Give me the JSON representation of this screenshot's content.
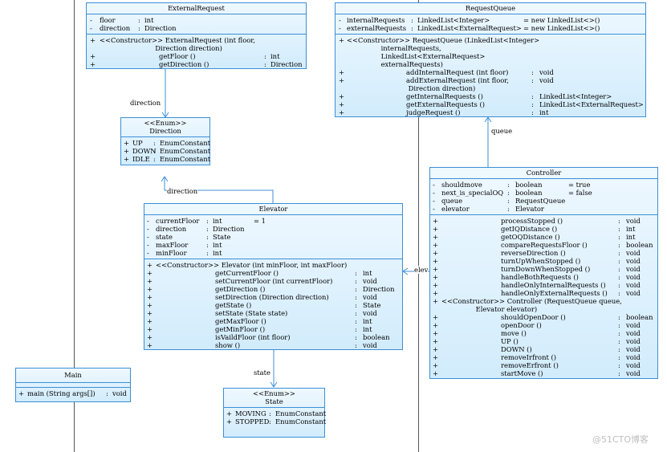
{
  "external_request": {
    "name": "ExternalRequest",
    "attributes": [
      {
        "vis": "-",
        "name": "floor",
        "sep": ":",
        "type": "int"
      },
      {
        "vis": "-",
        "name": "direction",
        "sep": ":",
        "type": "Direction"
      }
    ],
    "operations": [
      {
        "vis": "+",
        "sig": "<<Constructor>> ExternalRequest (int floor,\n                          Direction direction)",
        "sep": "",
        "ret": ""
      },
      {
        "vis": "+",
        "sig": "getFloor ()",
        "sep": ":",
        "ret": "int"
      },
      {
        "vis": "+",
        "sig": "getDirection ()",
        "sep": ":",
        "ret": "Direction"
      }
    ]
  },
  "request_queue": {
    "name": "RequestQueue",
    "attributes": [
      {
        "vis": "-",
        "name": "internalRequests",
        "sep": ":",
        "type": "LinkedList<Integer>",
        "init": "= new LinkedList<>()"
      },
      {
        "vis": "-",
        "name": "externalRequests",
        "sep": ":",
        "type": "LinkedList<ExternalRequest>",
        "init": "= new LinkedList<>()"
      }
    ],
    "operations": [
      {
        "vis": "+",
        "sig": "<<Constructor>> RequestQueue (LinkedList<Integer>\n                internalRequests,\n                LinkedList<ExternalRequest>\n                externalRequests)",
        "sep": "",
        "ret": ""
      },
      {
        "vis": "+",
        "sig": "addInternalRequest (int floor)",
        "sep": ":",
        "ret": "void"
      },
      {
        "vis": "+",
        "sig": "addExternalRequest (int floor,\n Direction direction)",
        "sep": ":",
        "ret": "void"
      },
      {
        "vis": "+",
        "sig": "getInternalRequests ()",
        "sep": ":",
        "ret": "LinkedList<Integer>"
      },
      {
        "vis": "+",
        "sig": "getExternalRequests ()",
        "sep": ":",
        "ret": "LinkedList<ExternalRequest>"
      },
      {
        "vis": "+",
        "sig": "judgeRequest ()",
        "sep": ":",
        "ret": "int"
      }
    ]
  },
  "direction_enum": {
    "stereotype": "<<Enum>>",
    "name": "Direction",
    "literals": [
      {
        "vis": "+",
        "name": "UP",
        "sep": ":",
        "type": "EnumConstant"
      },
      {
        "vis": "+",
        "name": "DOWN",
        "sep": ":",
        "type": "EnumConstant"
      },
      {
        "vis": "+",
        "name": "IDLE",
        "sep": ":",
        "type": "EnumConstant"
      }
    ]
  },
  "controller": {
    "name": "Controller",
    "attributes": [
      {
        "vis": "-",
        "name": "shouldmove",
        "sep": ":",
        "type": "boolean",
        "init": "= true"
      },
      {
        "vis": "-",
        "name": "next_is_specialOQ",
        "sep": ":",
        "type": "boolean",
        "init": "= false"
      },
      {
        "vis": "-",
        "name": "queue",
        "sep": ":",
        "type": "RequestQueue",
        "init": ""
      },
      {
        "vis": "-",
        "name": "elevator",
        "sep": ":",
        "type": "Elevator",
        "init": ""
      }
    ],
    "operations": [
      {
        "vis": "+",
        "sig": "processStopped ()",
        "sep": ":",
        "ret": "void"
      },
      {
        "vis": "+",
        "sig": "getIQDistance ()",
        "sep": ":",
        "ret": "int"
      },
      {
        "vis": "+",
        "sig": "getOQDistance ()",
        "sep": ":",
        "ret": "int"
      },
      {
        "vis": "+",
        "sig": "compareRequestsFloor ()",
        "sep": ":",
        "ret": "boolean"
      },
      {
        "vis": "+",
        "sig": "reverseDirection ()",
        "sep": ":",
        "ret": "void"
      },
      {
        "vis": "+",
        "sig": "turnUpWhenStopped ()",
        "sep": ":",
        "ret": "void"
      },
      {
        "vis": "+",
        "sig": "turnDownWhenStopped ()",
        "sep": ":",
        "ret": "void"
      },
      {
        "vis": "+",
        "sig": "handleBothRequests ()",
        "sep": ":",
        "ret": "void"
      },
      {
        "vis": "+",
        "sig": "handleOnlyInternalRequests ()",
        "sep": ":",
        "ret": "void"
      },
      {
        "vis": "+",
        "sig": "handleOnlyExternalRequests ()",
        "sep": ":",
        "ret": "void"
      },
      {
        "vis": "+",
        "sig": "<<Constructor>> Controller (RequestQueue queue,\n                Elevator elevator)",
        "sep": "",
        "ret": ""
      },
      {
        "vis": "+",
        "sig": "shouldOpenDoor ()",
        "sep": ":",
        "ret": "boolean"
      },
      {
        "vis": "+",
        "sig": "openDoor ()",
        "sep": ":",
        "ret": "void"
      },
      {
        "vis": "+",
        "sig": "move ()",
        "sep": ":",
        "ret": "void"
      },
      {
        "vis": "+",
        "sig": "UP ()",
        "sep": ":",
        "ret": "void"
      },
      {
        "vis": "+",
        "sig": "DOWN ()",
        "sep": ":",
        "ret": "void"
      },
      {
        "vis": "+",
        "sig": "removeIrfront ()",
        "sep": ":",
        "ret": "void"
      },
      {
        "vis": "+",
        "sig": "removeErfront ()",
        "sep": ":",
        "ret": "void"
      },
      {
        "vis": "+",
        "sig": "startMove ()",
        "sep": ":",
        "ret": "void"
      }
    ]
  },
  "elevator": {
    "name": "Elevator",
    "attributes": [
      {
        "vis": "-",
        "name": "currentFloor",
        "sep": ":",
        "type": "int",
        "init": "= 1"
      },
      {
        "vis": "-",
        "name": "direction",
        "sep": ":",
        "type": "Direction",
        "init": ""
      },
      {
        "vis": "-",
        "name": "state",
        "sep": ":",
        "type": "State",
        "init": ""
      },
      {
        "vis": "-",
        "name": "maxFloor",
        "sep": ":",
        "type": "int",
        "init": ""
      },
      {
        "vis": "-",
        "name": "minFloor",
        "sep": ":",
        "type": "int",
        "init": ""
      }
    ],
    "operations": [
      {
        "vis": "+",
        "sig": "<<Constructor>> Elevator (int minFloor, int maxFloor)",
        "sep": "",
        "ret": ""
      },
      {
        "vis": "+",
        "sig": "getCurrentFloor ()",
        "sep": ":",
        "ret": "int"
      },
      {
        "vis": "+",
        "sig": "setCurrentFloor (int currentFloor)",
        "sep": ":",
        "ret": "void"
      },
      {
        "vis": "+",
        "sig": "getDirection ()",
        "sep": ":",
        "ret": "Direction"
      },
      {
        "vis": "+",
        "sig": "setDirection (Direction direction)",
        "sep": ":",
        "ret": "void"
      },
      {
        "vis": "+",
        "sig": "getState ()",
        "sep": ":",
        "ret": "State"
      },
      {
        "vis": "+",
        "sig": "setState (State state)",
        "sep": ":",
        "ret": "void"
      },
      {
        "vis": "+",
        "sig": "getMaxFloor ()",
        "sep": ":",
        "ret": "int"
      },
      {
        "vis": "+",
        "sig": "getMinFloor ()",
        "sep": ":",
        "ret": "int"
      },
      {
        "vis": "+",
        "sig": "isVaildFloor (int floor)",
        "sep": ":",
        "ret": "boolean"
      },
      {
        "vis": "+",
        "sig": "show ()",
        "sep": ":",
        "ret": "void"
      }
    ]
  },
  "main_class": {
    "name": "Main",
    "operations": [
      {
        "vis": "+",
        "sig": "main (String args[])",
        "sep": ":",
        "ret": "void"
      }
    ]
  },
  "state_enum": {
    "stereotype": "<<Enum>>",
    "name": "State",
    "literals": [
      {
        "vis": "+",
        "name": "MOVING",
        "sep": ":",
        "type": "EnumConstant"
      },
      {
        "vis": "+",
        "name": "STOPPED",
        "sep": ":",
        "type": "EnumConstant"
      }
    ]
  },
  "associations": {
    "er_direction": "direction",
    "elevator_direction": "direction",
    "controller_queue": "queue",
    "controller_elevator": "elev",
    "elevator_state": "state"
  },
  "watermark": "@51CTO博客"
}
